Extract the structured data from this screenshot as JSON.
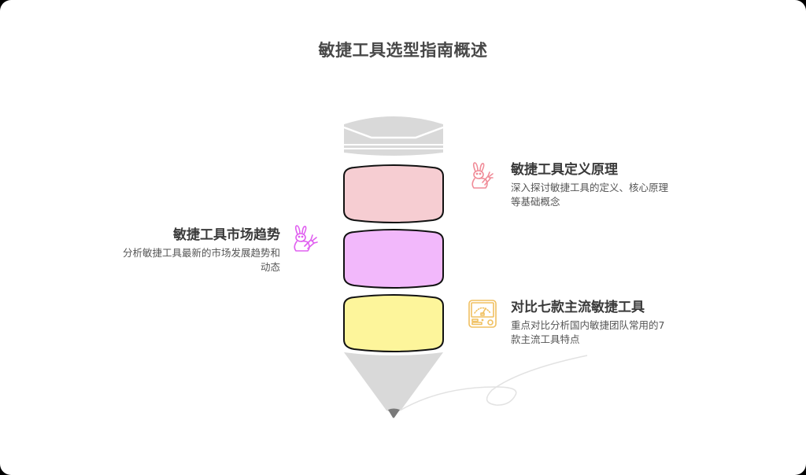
{
  "title": "敏捷工具选型指南概述",
  "diagram": {
    "type": "pencil-infographic",
    "segments": [
      {
        "color": "#f6cdd2",
        "label_ref": "items.0"
      },
      {
        "color": "#f2b8fb",
        "label_ref": "items.1"
      },
      {
        "color": "#fdf59b",
        "label_ref": "items.2"
      }
    ],
    "eraser_color": "#d9d9d9",
    "tip_color": "#d9d9d9",
    "lead_color": "#7a7a7a"
  },
  "items": [
    {
      "side": "right",
      "heading": "敏捷工具定义原理",
      "description_line1": "深入探讨敏捷工具的定义、核心原理",
      "description_line2": "等基础概念",
      "icon": "rabbit-carrot-icon",
      "icon_color": "#f08c98"
    },
    {
      "side": "left",
      "heading": "敏捷工具市场趋势",
      "description_line1": "分析敏捷工具最新的市场发展趋势和",
      "description_line2": "动态",
      "icon": "rabbit-carrot-icon",
      "icon_color": "#e060f0"
    },
    {
      "side": "right",
      "heading": "对比七款主流敏捷工具",
      "description_line1": "重点对比分析国内敏捷团队常用的7",
      "description_line2": "款主流工具特点",
      "icon": "gauge-meter-icon",
      "icon_color": "#f0c060"
    }
  ]
}
